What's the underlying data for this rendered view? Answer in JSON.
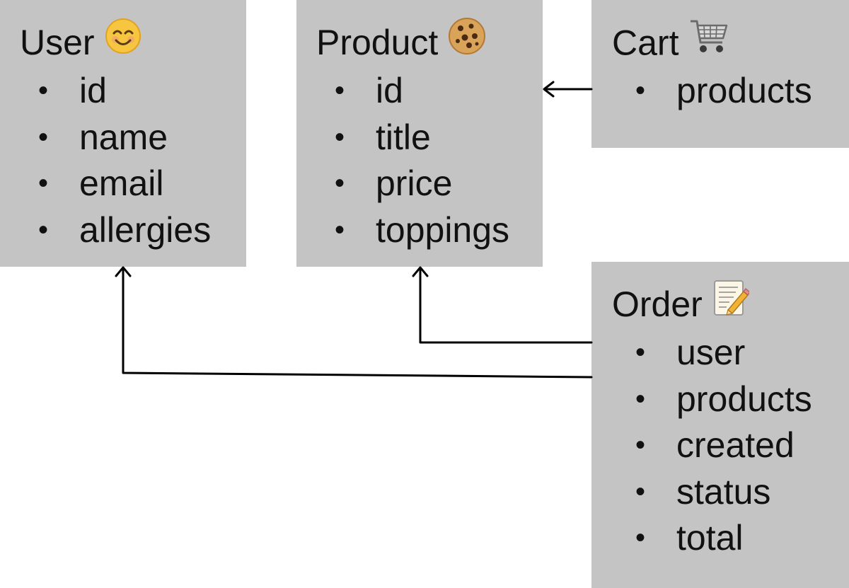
{
  "entities": {
    "user": {
      "name": "User",
      "icon": "smiling-face-icon",
      "fields": [
        "id",
        "name",
        "email",
        "allergies"
      ]
    },
    "product": {
      "name": "Product",
      "icon": "cookie-icon",
      "fields": [
        "id",
        "title",
        "price",
        "toppings"
      ]
    },
    "cart": {
      "name": "Cart",
      "icon": "shopping-cart-icon",
      "fields": [
        "products"
      ]
    },
    "order": {
      "name": "Order",
      "icon": "memo-pencil-icon",
      "fields": [
        "user",
        "products",
        "created",
        "status",
        "total"
      ]
    }
  },
  "bullet": "•",
  "relations": [
    {
      "from": "cart.products",
      "to": "product"
    },
    {
      "from": "order.products",
      "to": "product"
    },
    {
      "from": "order.user",
      "to": "user"
    }
  ],
  "colors": {
    "box_fill": "#c4c4c4",
    "text": "#111111",
    "connector": "#000000"
  }
}
